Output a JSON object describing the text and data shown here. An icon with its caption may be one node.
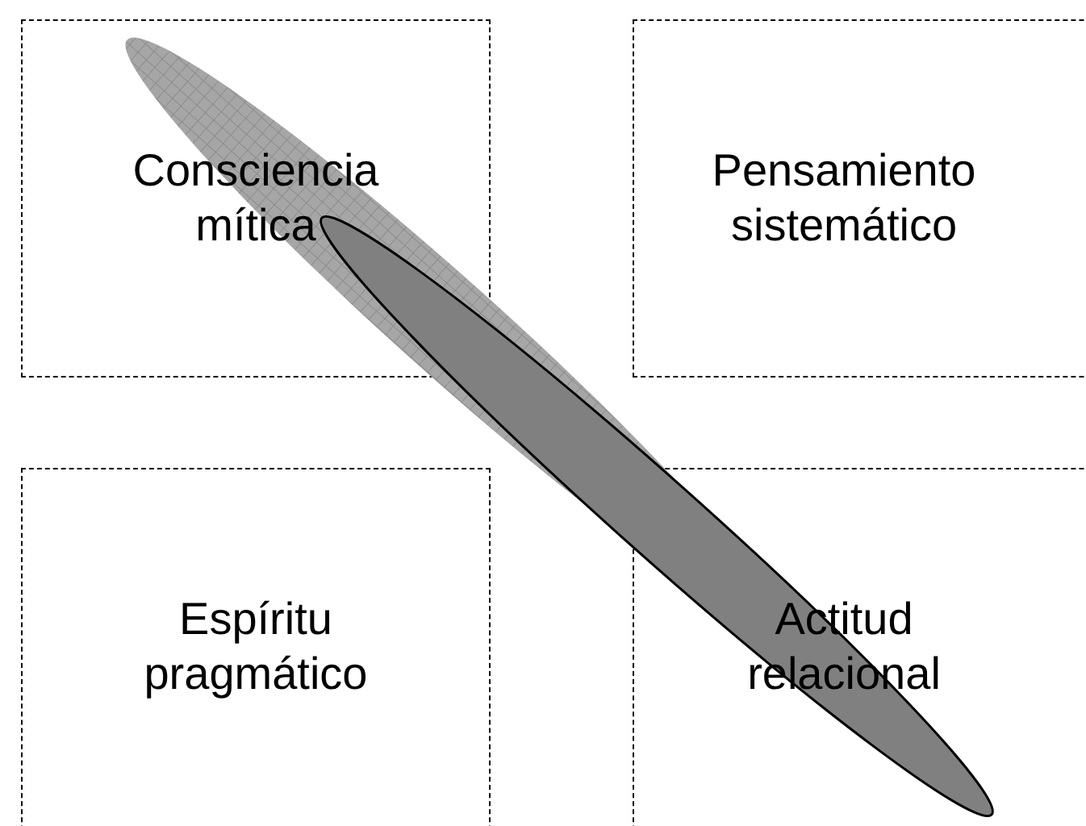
{
  "diagram": {
    "nodes": [
      {
        "text": [
          "Consciencia mítica"
        ]
      },
      {
        "text": [
          "Pensamiento sistemático"
        ]
      },
      {
        "text": [
          "Espíritu pragmático"
        ]
      },
      {
        "text": [
          "Actitud relacional"
        ]
      }
    ]
  }
}
